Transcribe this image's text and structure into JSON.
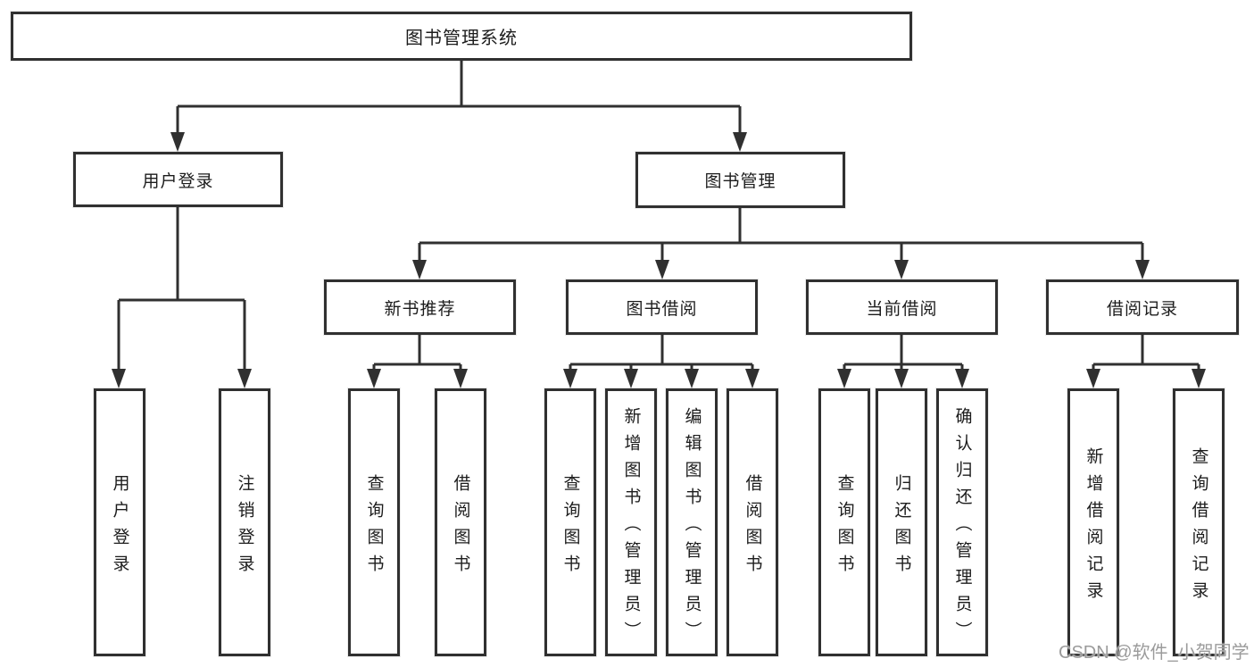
{
  "diagram": {
    "root": "图书管理系统",
    "branches": {
      "user_login_group": "用户登录",
      "book_mgmt_group": "图书管理"
    },
    "modules": {
      "new_book_rec": "新书推荐",
      "book_borrow": "图书借阅",
      "current_borrow": "当前借阅",
      "borrow_records": "借阅记录"
    },
    "leaves": {
      "user_login": "用户登录",
      "logout": "注销登录",
      "rec_query_books": "查询图书",
      "rec_borrow_books": "借阅图书",
      "borrow_query_books": "查询图书",
      "borrow_add_books": "新增图书（管理员）",
      "borrow_edit_books": "编辑图书（管理员）",
      "borrow_borrow_books": "借阅图书",
      "current_query_books": "查询图书",
      "current_return_books": "归还图书",
      "current_confirm_return": "确认归还（管理员）",
      "records_add": "新增借阅记录",
      "records_query": "查询借阅记录"
    }
  },
  "watermark": "CSDN @软件_小贺同学",
  "colors": {
    "line": "#303030",
    "text": "#1c1c1c",
    "watermark": "#9b9b9b",
    "background": "#ffffff"
  }
}
